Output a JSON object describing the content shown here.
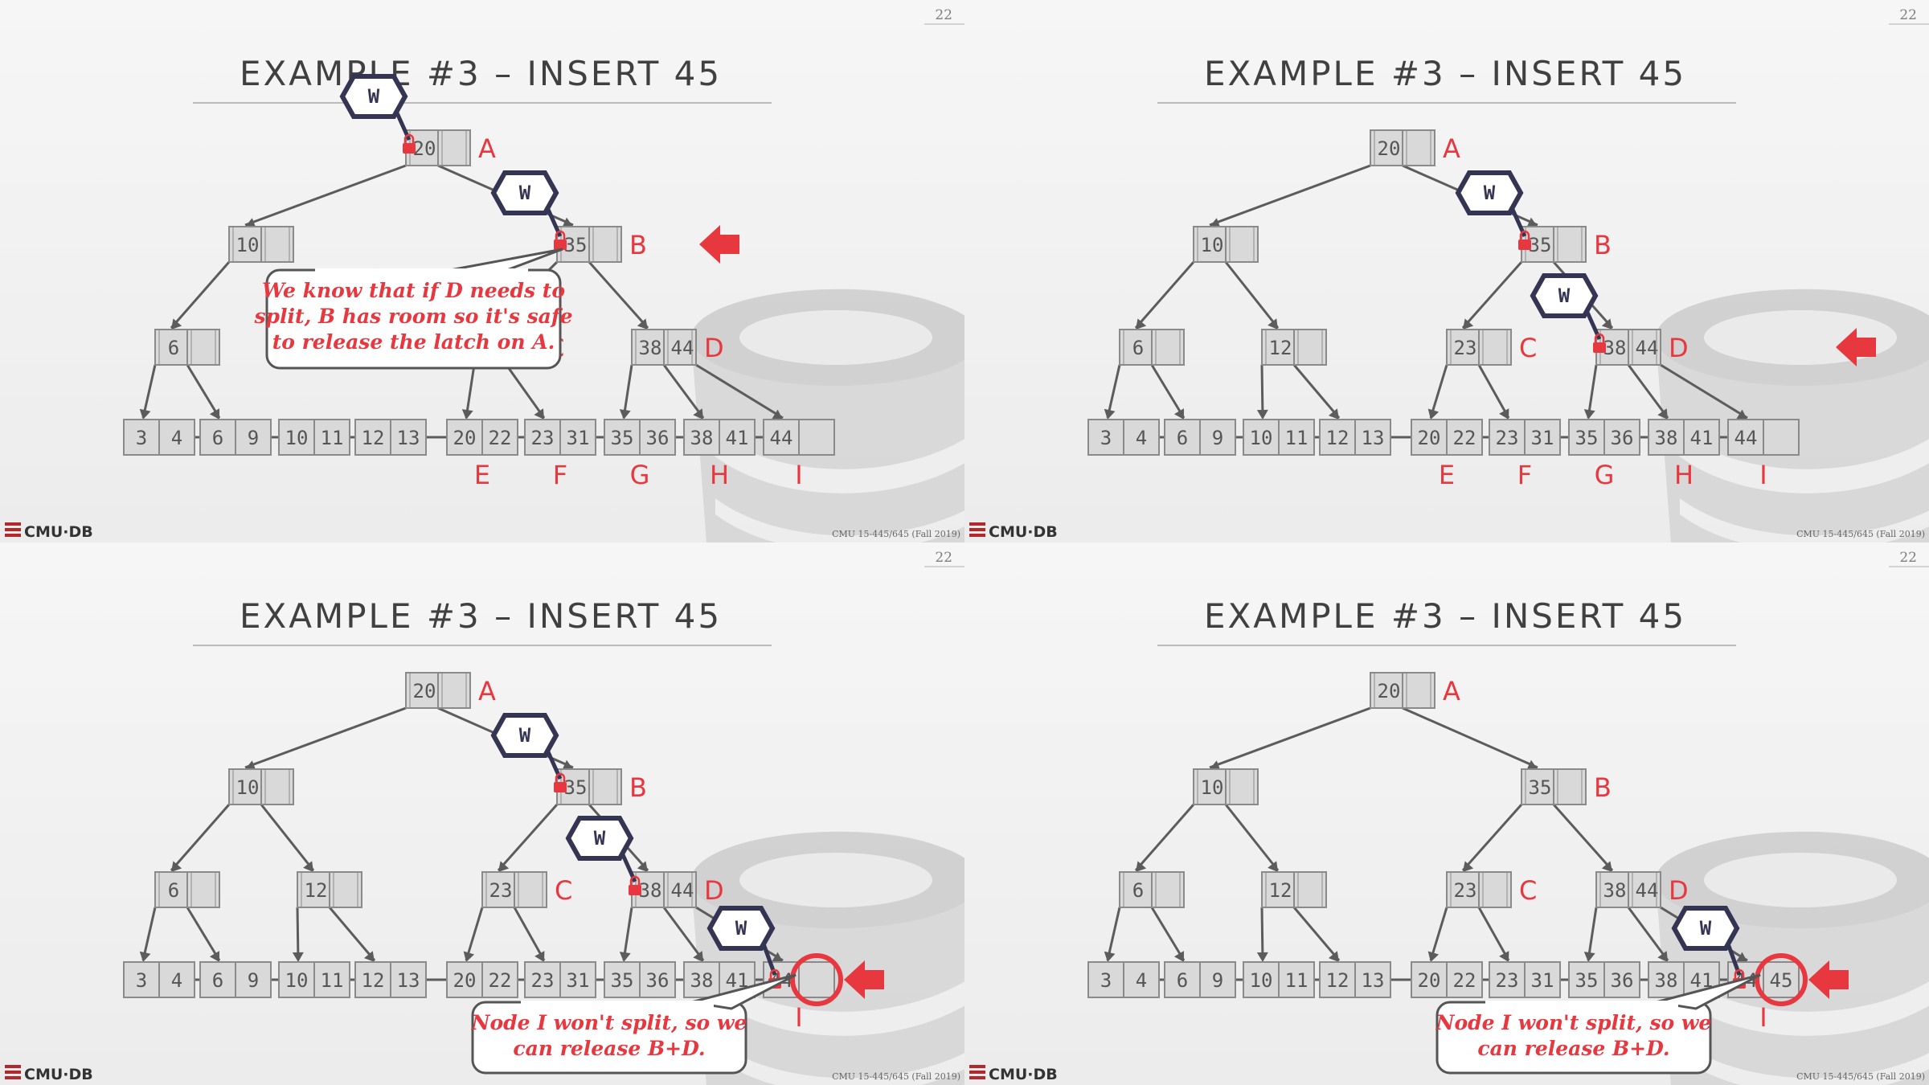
{
  "slides": [
    {
      "id": "s1",
      "page_number": "22",
      "title": "EXAMPLE #3 – INSERT 45",
      "footer_logo": "CMU·DB",
      "footer_course": "CMU 15-445/645 (Fall 2019)",
      "nodes": [
        {
          "id": "A",
          "keys": [
            "20",
            ""
          ],
          "label": "A"
        },
        {
          "id": "N10",
          "keys": [
            "10",
            ""
          ],
          "label": ""
        },
        {
          "id": "B",
          "keys": [
            "35",
            ""
          ],
          "label": "B"
        },
        {
          "id": "N6",
          "keys": [
            "6",
            ""
          ],
          "label": ""
        },
        {
          "id": "C",
          "keys": [],
          "label": "C"
        },
        {
          "id": "D",
          "keys": [
            "38",
            "44"
          ],
          "label": "D"
        }
      ],
      "leaves": [
        {
          "id": "L1",
          "keys": [
            "3",
            "4"
          ],
          "label": ""
        },
        {
          "id": "L2",
          "keys": [
            "6",
            "9"
          ],
          "label": ""
        },
        {
          "id": "L3",
          "keys": [
            "10",
            "11"
          ],
          "label": ""
        },
        {
          "id": "L4",
          "keys": [
            "12",
            "13"
          ],
          "label": ""
        },
        {
          "id": "E",
          "keys": [
            "20",
            "22"
          ],
          "label": "E"
        },
        {
          "id": "F",
          "keys": [
            "23",
            "31"
          ],
          "label": "F"
        },
        {
          "id": "G",
          "keys": [
            "35",
            "36"
          ],
          "label": "G"
        },
        {
          "id": "H",
          "keys": [
            "38",
            "41"
          ],
          "label": "H"
        },
        {
          "id": "I",
          "keys": [
            "44",
            ""
          ],
          "label": "I"
        }
      ],
      "latches": [
        {
          "label": "W",
          "at": "A"
        },
        {
          "label": "W",
          "at": "B"
        }
      ],
      "callout": {
        "lines": [
          "We know that if D needs to",
          "split, B has room so it's safe",
          "to release the latch on A."
        ]
      }
    },
    {
      "id": "s2",
      "page_number": "22",
      "title": "EXAMPLE #3 – INSERT 45",
      "footer_logo": "CMU·DB",
      "footer_course": "CMU 15-445/645 (Fall 2019)",
      "nodes": [
        {
          "id": "A",
          "keys": [
            "20",
            ""
          ],
          "label": "A"
        },
        {
          "id": "N10",
          "keys": [
            "10",
            ""
          ],
          "label": ""
        },
        {
          "id": "B",
          "keys": [
            "35",
            ""
          ],
          "label": "B"
        },
        {
          "id": "N6",
          "keys": [
            "6",
            ""
          ],
          "label": ""
        },
        {
          "id": "N12",
          "keys": [
            "12",
            ""
          ],
          "label": ""
        },
        {
          "id": "C",
          "keys": [
            "23",
            ""
          ],
          "label": "C"
        },
        {
          "id": "D",
          "keys": [
            "38",
            "44"
          ],
          "label": "D"
        }
      ],
      "leaves": [
        {
          "id": "L1",
          "keys": [
            "3",
            "4"
          ],
          "label": ""
        },
        {
          "id": "L2",
          "keys": [
            "6",
            "9"
          ],
          "label": ""
        },
        {
          "id": "L3",
          "keys": [
            "10",
            "11"
          ],
          "label": ""
        },
        {
          "id": "L4",
          "keys": [
            "12",
            "13"
          ],
          "label": ""
        },
        {
          "id": "E",
          "keys": [
            "20",
            "22"
          ],
          "label": "E"
        },
        {
          "id": "F",
          "keys": [
            "23",
            "31"
          ],
          "label": "F"
        },
        {
          "id": "G",
          "keys": [
            "35",
            "36"
          ],
          "label": "G"
        },
        {
          "id": "H",
          "keys": [
            "38",
            "41"
          ],
          "label": "H"
        },
        {
          "id": "I",
          "keys": [
            "44",
            ""
          ],
          "label": "I"
        }
      ],
      "latches": [
        {
          "label": "W",
          "at": "B"
        },
        {
          "label": "W",
          "at": "D"
        }
      ]
    },
    {
      "id": "s3",
      "page_number": "22",
      "title": "EXAMPLE #3 – INSERT 45",
      "footer_logo": "CMU·DB",
      "footer_course": "CMU 15-445/645 (Fall 2019)",
      "nodes": [
        {
          "id": "A",
          "keys": [
            "20",
            ""
          ],
          "label": "A"
        },
        {
          "id": "N10",
          "keys": [
            "10",
            ""
          ],
          "label": ""
        },
        {
          "id": "B",
          "keys": [
            "35",
            ""
          ],
          "label": "B"
        },
        {
          "id": "N6",
          "keys": [
            "6",
            ""
          ],
          "label": ""
        },
        {
          "id": "N12",
          "keys": [
            "12",
            ""
          ],
          "label": ""
        },
        {
          "id": "C",
          "keys": [
            "23",
            ""
          ],
          "label": "C"
        },
        {
          "id": "D",
          "keys": [
            "38",
            "44"
          ],
          "label": "D"
        }
      ],
      "leaves": [
        {
          "id": "L1",
          "keys": [
            "3",
            "4"
          ],
          "label": ""
        },
        {
          "id": "L2",
          "keys": [
            "6",
            "9"
          ],
          "label": ""
        },
        {
          "id": "L3",
          "keys": [
            "10",
            "11"
          ],
          "label": ""
        },
        {
          "id": "L4",
          "keys": [
            "12",
            "13"
          ],
          "label": ""
        },
        {
          "id": "E",
          "keys": [
            "20",
            "22"
          ],
          "label": "E"
        },
        {
          "id": "F",
          "keys": [
            "23",
            "31"
          ],
          "label": "F"
        },
        {
          "id": "G",
          "keys": [
            "35",
            "36"
          ],
          "label": "G"
        },
        {
          "id": "H",
          "keys": [
            "38",
            "41"
          ],
          "label": "H"
        },
        {
          "id": "I",
          "keys": [
            "44",
            ""
          ],
          "label": "I"
        }
      ],
      "latches": [
        {
          "label": "W",
          "at": "B"
        },
        {
          "label": "W",
          "at": "D"
        },
        {
          "label": "W",
          "at": "I"
        }
      ],
      "callout": {
        "lines": [
          "Node I won't split, so we",
          "can release B+D."
        ]
      }
    },
    {
      "id": "s4",
      "page_number": "22",
      "title": "EXAMPLE #3 – INSERT 45",
      "footer_logo": "CMU·DB",
      "footer_course": "CMU 15-445/645 (Fall 2019)",
      "nodes": [
        {
          "id": "A",
          "keys": [
            "20",
            ""
          ],
          "label": "A"
        },
        {
          "id": "N10",
          "keys": [
            "10",
            ""
          ],
          "label": ""
        },
        {
          "id": "B",
          "keys": [
            "35",
            ""
          ],
          "label": "B"
        },
        {
          "id": "N6",
          "keys": [
            "6",
            ""
          ],
          "label": ""
        },
        {
          "id": "N12",
          "keys": [
            "12",
            ""
          ],
          "label": ""
        },
        {
          "id": "C",
          "keys": [
            "23",
            ""
          ],
          "label": "C"
        },
        {
          "id": "D",
          "keys": [
            "38",
            "44"
          ],
          "label": "D"
        }
      ],
      "leaves": [
        {
          "id": "L1",
          "keys": [
            "3",
            "4"
          ],
          "label": ""
        },
        {
          "id": "L2",
          "keys": [
            "6",
            "9"
          ],
          "label": ""
        },
        {
          "id": "L3",
          "keys": [
            "10",
            "11"
          ],
          "label": ""
        },
        {
          "id": "L4",
          "keys": [
            "12",
            "13"
          ],
          "label": ""
        },
        {
          "id": "E",
          "keys": [
            "20",
            "22"
          ],
          "label": "E"
        },
        {
          "id": "F",
          "keys": [
            "23",
            "31"
          ],
          "label": "F"
        },
        {
          "id": "G",
          "keys": [
            "35",
            "36"
          ],
          "label": "G"
        },
        {
          "id": "H",
          "keys": [
            "38",
            "41"
          ],
          "label": "H"
        },
        {
          "id": "I",
          "keys": [
            "44",
            "45"
          ],
          "label": "I"
        }
      ],
      "latches": [
        {
          "label": "W",
          "at": "I"
        }
      ],
      "callout": {
        "lines": [
          "Node I won't split, so we",
          "can release B+D."
        ]
      }
    }
  ],
  "colors": {
    "accent_red": "#e8383f",
    "latch_navy": "#343552",
    "node_fill": "#d9d9d9",
    "node_stroke": "#8a8a8a",
    "edge": "#5c5c5c",
    "title": "#404040"
  }
}
